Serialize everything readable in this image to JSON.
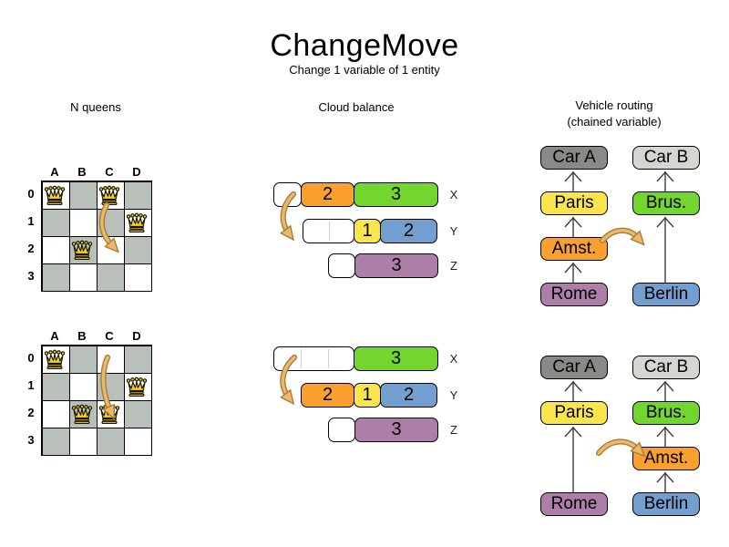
{
  "header": {
    "title": "ChangeMove",
    "subtitle": "Change 1 variable of 1 entity"
  },
  "palette": {
    "orange": "#f9a02f",
    "green": "#72d62e",
    "yellow": "#fbe54d",
    "blue": "#729fcf",
    "purple": "#ad7fa8",
    "car_dark_gray": "#888a85",
    "car_light_gray": "#d3d7cf",
    "board_gray": "#b9bfb9",
    "queen_gold": "#fcd11e",
    "move_arrow_tan": "#e9b96e"
  },
  "sections": {
    "nqueens": {
      "label": "N queens"
    },
    "cloud": {
      "label": "Cloud balance"
    },
    "vehicle": {
      "label_line1": "Vehicle routing",
      "label_line2": "(chained variable)"
    }
  },
  "nqueens": {
    "column_labels": [
      "A",
      "B",
      "C",
      "D"
    ],
    "row_labels": [
      "0",
      "1",
      "2",
      "3"
    ],
    "before": {
      "queens": [
        "A0",
        "C0",
        "D1",
        "B2"
      ],
      "move": {
        "from": "C0",
        "to": "C2"
      }
    },
    "after": {
      "queens": [
        "A0",
        "D1",
        "B2",
        "C2"
      ],
      "move": {
        "from": "C0",
        "to": "C2"
      }
    }
  },
  "cloud": {
    "before": {
      "rows": [
        {
          "label": "X",
          "empty_slots": 1,
          "blocks": [
            {
              "value": "2",
              "color": "#f9a02f"
            },
            {
              "value": "3",
              "color": "#72d62e"
            }
          ]
        },
        {
          "label": "Y",
          "empty_slots": 2,
          "blocks": [
            {
              "value": "1",
              "color": "#fbe54d"
            },
            {
              "value": "2",
              "color": "#729fcf"
            }
          ]
        },
        {
          "label": "Z",
          "empty_slots": 1,
          "blocks": [
            {
              "value": "3",
              "color": "#ad7fa8"
            }
          ]
        }
      ],
      "move": {
        "block": "2",
        "from": "X",
        "to": "Y"
      }
    },
    "after": {
      "rows": [
        {
          "label": "X",
          "empty_slots": 3,
          "blocks": [
            {
              "value": "3",
              "color": "#72d62e"
            }
          ]
        },
        {
          "label": "Y",
          "empty_slots": 0,
          "blocks": [
            {
              "value": "2",
              "color": "#f9a02f"
            },
            {
              "value": "1",
              "color": "#fbe54d"
            },
            {
              "value": "2",
              "color": "#729fcf"
            }
          ]
        },
        {
          "label": "Z",
          "empty_slots": 1,
          "blocks": [
            {
              "value": "3",
              "color": "#ad7fa8"
            }
          ]
        }
      ],
      "move": {
        "block": "2",
        "from": "X",
        "to": "Y"
      }
    }
  },
  "vehicle": {
    "before": {
      "left_chain": [
        {
          "label": "Car A",
          "color": "#888a85"
        },
        {
          "label": "Paris",
          "color": "#fbe54d"
        },
        {
          "label": "Amst.",
          "color": "#f9a02f"
        },
        {
          "label": "Rome",
          "color": "#ad7fa8"
        }
      ],
      "right_chain": [
        {
          "label": "Car B",
          "color": "#d3d7cf"
        },
        {
          "label": "Brus.",
          "color": "#72d62e"
        },
        {
          "label": "Berlin",
          "color": "#729fcf"
        }
      ],
      "move": {
        "entity": "Amst.",
        "from_chain": "Car A",
        "to_chain": "Car B"
      }
    },
    "after": {
      "left_chain": [
        {
          "label": "Car A",
          "color": "#888a85"
        },
        {
          "label": "Paris",
          "color": "#fbe54d"
        },
        {
          "label": "Rome",
          "color": "#ad7fa8"
        }
      ],
      "right_chain": [
        {
          "label": "Car B",
          "color": "#d3d7cf"
        },
        {
          "label": "Brus.",
          "color": "#72d62e"
        },
        {
          "label": "Amst.",
          "color": "#f9a02f"
        },
        {
          "label": "Berlin",
          "color": "#729fcf"
        }
      ],
      "move": {
        "entity": "Amst.",
        "from_chain": "Car A",
        "to_chain": "Car B"
      }
    }
  }
}
